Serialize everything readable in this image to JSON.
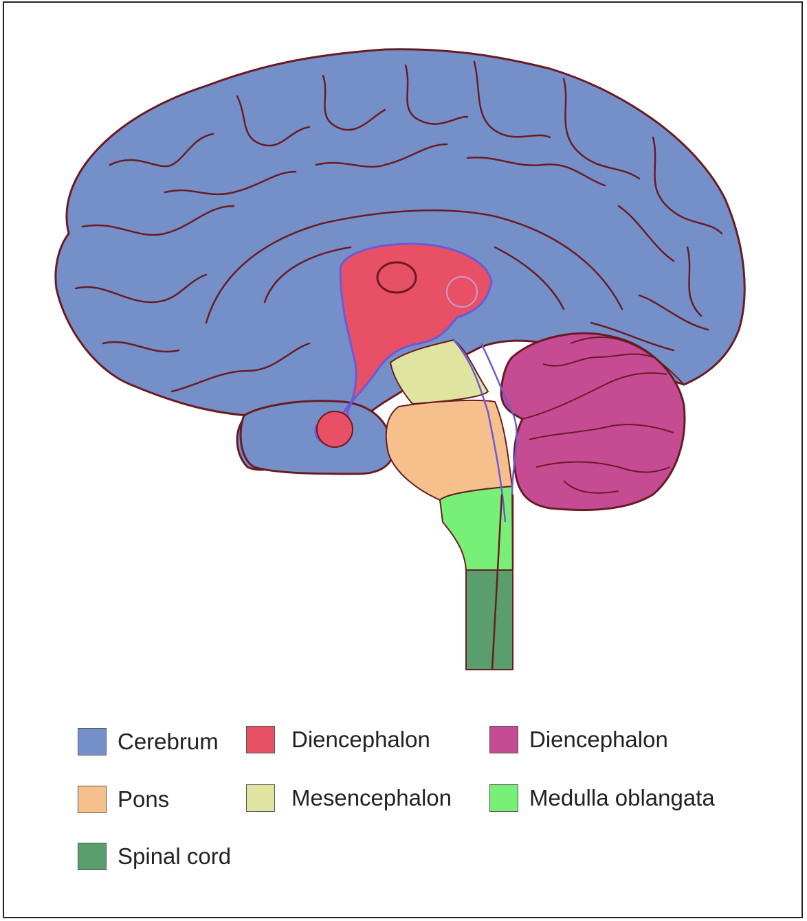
{
  "legend": [
    {
      "label": "Cerebrum",
      "color": "#7590c8"
    },
    {
      "label": "Diencephalon",
      "color": "#e85066"
    },
    {
      "label": "Diencephalon",
      "color": "#c54b92"
    },
    {
      "label": "Pons",
      "color": "#f5c08c"
    },
    {
      "label": "Mesencephalon",
      "color": "#dfe4a0"
    },
    {
      "label": "Medulla oblangata",
      "color": "#78f078"
    },
    {
      "label": "Spinal cord",
      "color": "#5a9e6e"
    }
  ],
  "colors": {
    "outline": "#6a1a22",
    "ventricle_line": "#6b5ad6",
    "background": "#ffffff"
  }
}
